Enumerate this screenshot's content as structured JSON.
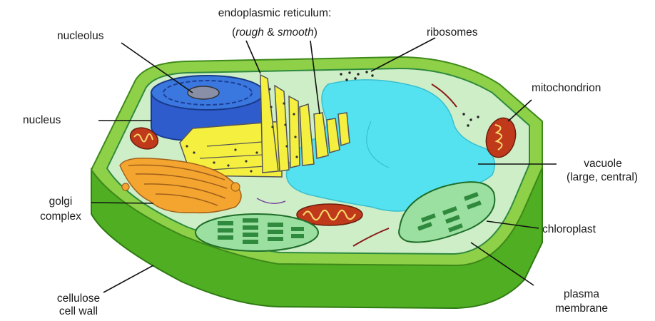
{
  "labels": {
    "er_title": "endoplasmic reticulum:",
    "er_paren_open": "(",
    "er_rough": "rough",
    "er_amp": " & ",
    "er_smooth": "smooth",
    "er_paren_close": ")",
    "nucleolus": "nucleolus",
    "ribosomes": "ribosomes",
    "mitochondrion": "mitochondrion",
    "nucleus": "nucleus",
    "vacuole_line1": "vacuole",
    "vacuole_line2": "(large, central)",
    "golgi_line1": "golgi",
    "golgi_line2": "complex",
    "chloroplast": "chloroplast",
    "cellulose_line1": "cellulose",
    "cellulose_line2": "cell wall",
    "plasma_line1": "plasma",
    "plasma_line2": "membrane"
  },
  "colors": {
    "cell_wall_side": "#4caf1f",
    "cell_wall_top": "#8fd14a",
    "cytoplasm": "#c9ecc3",
    "vacuole": "#4fe0ef",
    "nucleus": "#2f66d6",
    "nucleolus": "#8a8fa8",
    "er": "#f4f03c",
    "golgi": "#f3a32f",
    "mitochondrion": "#c0391b",
    "chloroplast": "#2f8a3e"
  }
}
